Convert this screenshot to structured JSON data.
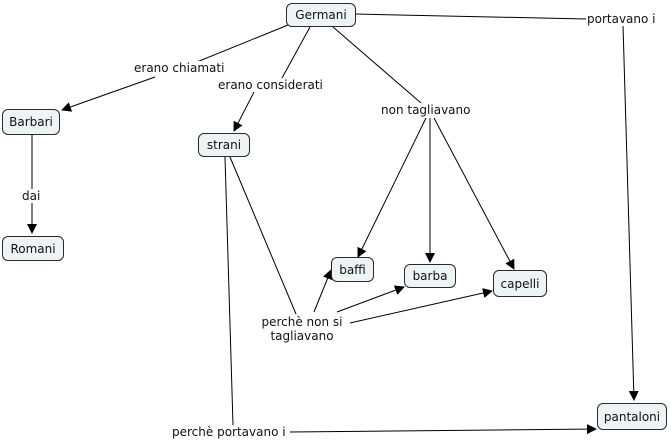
{
  "nodes": {
    "germani": "Germani",
    "barbari": "Barbari",
    "romani": "Romani",
    "strani": "strani",
    "baffi": "baffi",
    "barba": "barba",
    "capelli": "capelli",
    "pantaloni": "pantaloni"
  },
  "links": {
    "erano_chiamati": "erano chiamati",
    "erano_considerati": "erano considerati",
    "non_tagliavano": "non tagliavano",
    "portavano_i_top": "portavano i",
    "dai": "dai",
    "perche_non_si_line1": "perchè non si",
    "perche_non_si_line2": "tagliavano",
    "perche_portavano_i": "perchè portavano i"
  }
}
